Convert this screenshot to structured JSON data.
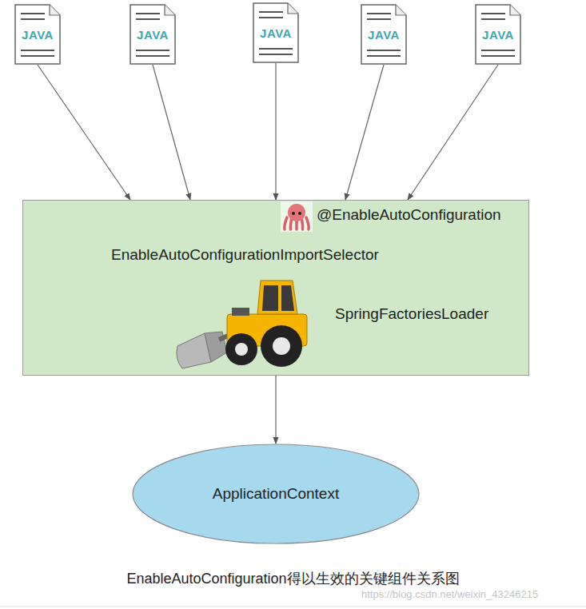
{
  "diagram": {
    "caption": "EnableAutoConfiguration得以生效的关键组件关系图",
    "nodes": [
      {
        "text": [
          "JAVA"
        ]
      },
      {
        "text": [
          "JAVA"
        ]
      },
      {
        "text": [
          "JAVA"
        ]
      },
      {
        "text": [
          "JAVA"
        ]
      },
      {
        "text": [
          "JAVA"
        ]
      },
      {
        "text": [
          "@EnableAutoConfiguration",
          "EnableAutoConfigurationImportSelector",
          "SpringFactoriesLoader"
        ]
      },
      {
        "text": [
          "ApplicationContext"
        ]
      }
    ],
    "edges": [
      {
        "from": 0,
        "to": 5,
        "arrow": "to"
      },
      {
        "from": 1,
        "to": 5,
        "arrow": "to"
      },
      {
        "from": 2,
        "to": 5,
        "arrow": "to"
      },
      {
        "from": 3,
        "to": 5,
        "arrow": "to"
      },
      {
        "from": 4,
        "to": 5,
        "arrow": "to"
      },
      {
        "from": 5,
        "to": 6,
        "arrow": "to"
      }
    ],
    "labels": [
      "https://blog.csdn.net/weixin_43246215"
    ]
  }
}
